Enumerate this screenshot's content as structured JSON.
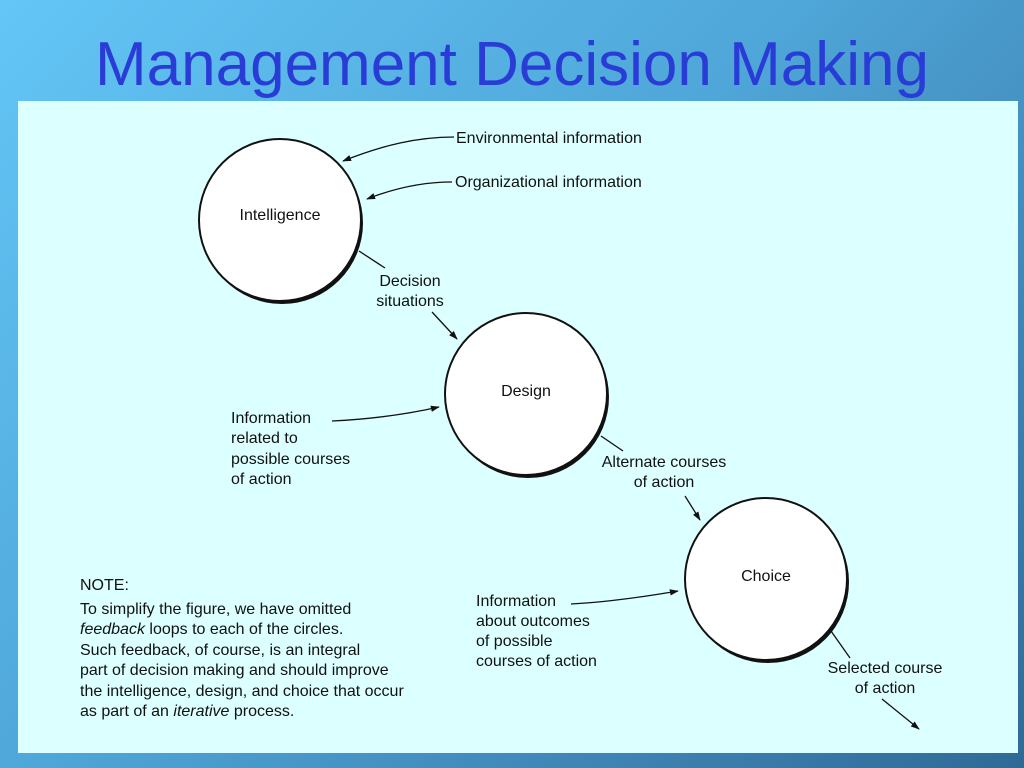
{
  "title": "Management Decision Making",
  "stages": {
    "intelligence": "Intelligence",
    "design": "Design",
    "choice": "Choice"
  },
  "inputs": {
    "environmental": "Environmental information",
    "organizational": "Organizational information",
    "design_info": [
      "Information",
      "related to",
      "possible courses",
      "of action"
    ],
    "choice_info": [
      "Information",
      "about outcomes",
      "of possible",
      "courses of action"
    ]
  },
  "flows": {
    "decision_situations": [
      "Decision",
      "situations"
    ],
    "alternate_courses": [
      "Alternate courses",
      "of action"
    ],
    "selected_course": [
      "Selected course",
      "of action"
    ]
  },
  "note": {
    "heading": "NOTE:",
    "line1": "To simplify the figure, we have omitted",
    "line2_em": "feedback",
    "line2_rest": " loops to each of the circles.",
    "line3": "Such feedback, of course, is an integral",
    "line4": "part of decision making and should improve",
    "line5": "the intelligence, design, and choice that occur",
    "line6_start": "as part of an ",
    "line6_em": "iterative",
    "line6_end": " process."
  },
  "colors": {
    "title": "#2a3cd6",
    "panel": "#dcffff",
    "ink": "#111111"
  }
}
